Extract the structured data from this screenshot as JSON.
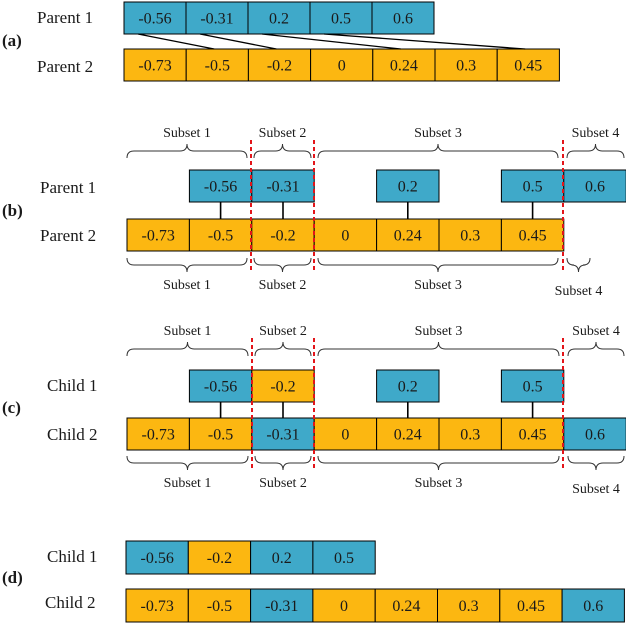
{
  "colors": {
    "blue": "#3fa9c9",
    "orange": "#fcb711",
    "divider": "#e3151a",
    "line": "#000000"
  },
  "panels": [
    {
      "id": "a",
      "label": "(a)",
      "rows": [
        {
          "label": "Parent 1",
          "cells": [
            {
              "v": "-0.56",
              "c": "blue"
            },
            {
              "v": "-0.31",
              "c": "blue"
            },
            {
              "v": "0.2",
              "c": "blue"
            },
            {
              "v": "0.5",
              "c": "blue"
            },
            {
              "v": "0.6",
              "c": "blue"
            }
          ]
        },
        {
          "label": "Parent 2",
          "cells": [
            {
              "v": "-0.73",
              "c": "orange"
            },
            {
              "v": "-0.5",
              "c": "orange"
            },
            {
              "v": "-0.2",
              "c": "orange"
            },
            {
              "v": "0",
              "c": "orange"
            },
            {
              "v": "0.24",
              "c": "orange"
            },
            {
              "v": "0.3",
              "c": "orange"
            },
            {
              "v": "0.45",
              "c": "orange"
            }
          ]
        }
      ],
      "links": [
        [
          0,
          1
        ],
        [
          1,
          2
        ],
        [
          2,
          4
        ],
        [
          3,
          6
        ]
      ]
    },
    {
      "id": "b",
      "label": "(b)",
      "subsets_top": [
        "Subset 1",
        "Subset 2",
        "Subset 3",
        "Subset 4"
      ],
      "subsets_bottom": [
        "Subset 1",
        "Subset 2",
        "Subset 3",
        "Subset 4"
      ],
      "rows": [
        {
          "label": "Parent 1",
          "cells": [
            {
              "slot": 1,
              "v": "-0.56",
              "c": "blue"
            },
            {
              "slot": 2,
              "v": "-0.31",
              "c": "blue"
            },
            {
              "slot": 4,
              "v": "0.2",
              "c": "blue"
            },
            {
              "slot": 6,
              "v": "0.5",
              "c": "blue"
            },
            {
              "slot": 7,
              "v": "0.6",
              "c": "blue"
            }
          ]
        },
        {
          "label": "Parent 2",
          "cells": [
            {
              "slot": 0,
              "v": "-0.73",
              "c": "orange"
            },
            {
              "slot": 1,
              "v": "-0.5",
              "c": "orange"
            },
            {
              "slot": 2,
              "v": "-0.2",
              "c": "orange"
            },
            {
              "slot": 3,
              "v": "0",
              "c": "orange"
            },
            {
              "slot": 4,
              "v": "0.24",
              "c": "orange"
            },
            {
              "slot": 5,
              "v": "0.3",
              "c": "orange"
            },
            {
              "slot": 6,
              "v": "0.45",
              "c": "orange"
            }
          ]
        }
      ]
    },
    {
      "id": "c",
      "label": "(c)",
      "subsets_top": [
        "Subset 1",
        "Subset 2",
        "Subset 3",
        "Subset 4"
      ],
      "subsets_bottom": [
        "Subset 1",
        "Subset 2",
        "Subset 3",
        "Subset 4"
      ],
      "rows": [
        {
          "label": "Child 1",
          "cells": [
            {
              "slot": 1,
              "v": "-0.56",
              "c": "blue"
            },
            {
              "slot": 2,
              "v": "-0.2",
              "c": "orange"
            },
            {
              "slot": 4,
              "v": "0.2",
              "c": "blue"
            },
            {
              "slot": 6,
              "v": "0.5",
              "c": "blue"
            }
          ]
        },
        {
          "label": "Child 2",
          "cells": [
            {
              "slot": 0,
              "v": "-0.73",
              "c": "orange"
            },
            {
              "slot": 1,
              "v": "-0.5",
              "c": "orange"
            },
            {
              "slot": 2,
              "v": "-0.31",
              "c": "blue"
            },
            {
              "slot": 3,
              "v": "0",
              "c": "orange"
            },
            {
              "slot": 4,
              "v": "0.24",
              "c": "orange"
            },
            {
              "slot": 5,
              "v": "0.3",
              "c": "orange"
            },
            {
              "slot": 6,
              "v": "0.45",
              "c": "orange"
            },
            {
              "slot": 7,
              "v": "0.6",
              "c": "blue"
            }
          ]
        }
      ]
    },
    {
      "id": "d",
      "label": "(d)",
      "rows": [
        {
          "label": "Child 1",
          "cells": [
            {
              "v": "-0.56",
              "c": "blue"
            },
            {
              "v": "-0.2",
              "c": "orange"
            },
            {
              "v": "0.2",
              "c": "blue"
            },
            {
              "v": "0.5",
              "c": "blue"
            }
          ]
        },
        {
          "label": "Child 2",
          "cells": [
            {
              "v": "-0.73",
              "c": "orange"
            },
            {
              "v": "-0.5",
              "c": "orange"
            },
            {
              "v": "-0.31",
              "c": "blue"
            },
            {
              "v": "0",
              "c": "orange"
            },
            {
              "v": "0.24",
              "c": "orange"
            },
            {
              "v": "0.3",
              "c": "orange"
            },
            {
              "v": "0.45",
              "c": "orange"
            },
            {
              "v": "0.6",
              "c": "blue"
            }
          ]
        }
      ]
    }
  ]
}
